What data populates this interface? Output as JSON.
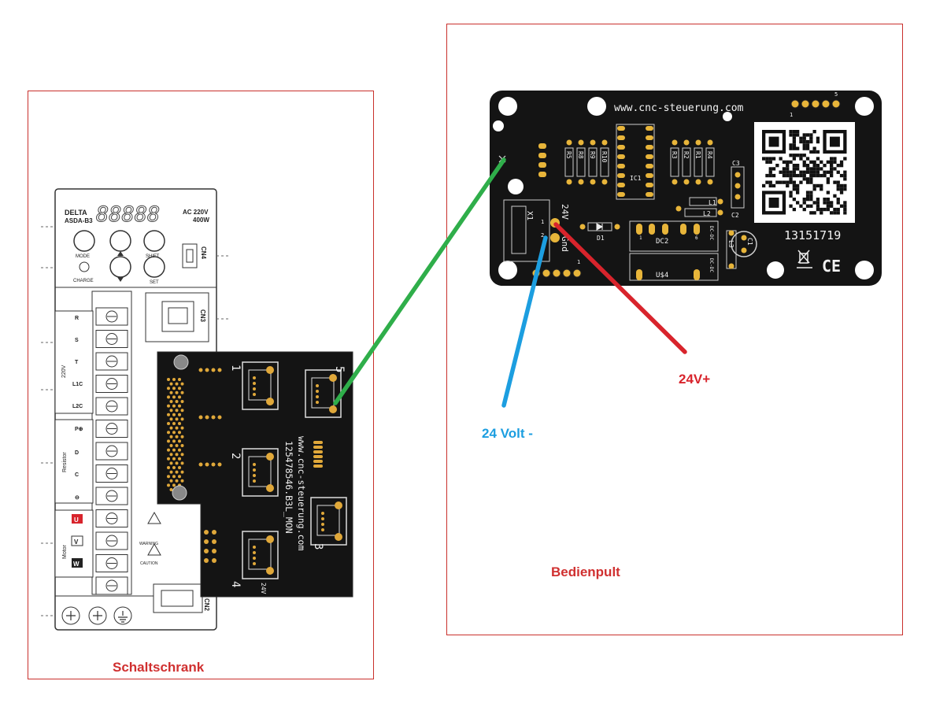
{
  "panels": {
    "cabinet": {
      "label": "Schaltschrank",
      "color": "#d03030"
    },
    "console": {
      "label": "Bedienpult",
      "color": "#d03030"
    }
  },
  "wires": {
    "positive": {
      "label": "24V+",
      "color": "#d8242c"
    },
    "negative": {
      "label": "24 Volt -",
      "color": "#1c9ee0"
    },
    "connection": {
      "color": "#2fae4a"
    }
  },
  "servo_drive": {
    "brand": "DELTA",
    "model": "ASDA-B3",
    "rating_voltage": "AC 220V",
    "rating_power": "400W",
    "display": "88888",
    "buttons": [
      "MODE",
      "SHIFT",
      "SET"
    ],
    "charge_label": "CHARGE",
    "connectors": [
      "CN4",
      "CN3",
      "CN2"
    ],
    "power_terminals": [
      "R",
      "S",
      "T",
      "L1C",
      "L2C"
    ],
    "power_group_label": "220V",
    "resistor_terminals": [
      "P⊕",
      "D",
      "C",
      "⊖"
    ],
    "resistor_label": "Resistor",
    "motor_terminals": [
      "U",
      "V",
      "W"
    ],
    "motor_label": "Motor",
    "warning_label": "WARNING",
    "caution_label": "CAUTION"
  },
  "adapter_board": {
    "url": "www.cnc-steuerung.com",
    "part_number": "125478546.B3L_MON",
    "ports": [
      "1",
      "2",
      "3",
      "4",
      "5"
    ],
    "voltage_label": "24V"
  },
  "console_board": {
    "url": "www.cnc-steuerung.com",
    "serial": "13151719",
    "header_pins": [
      "1",
      "5"
    ],
    "terminal_label": "X1",
    "terminal_pins": [
      "1",
      "2"
    ],
    "terminal_signals": [
      "24V",
      "Gnd"
    ],
    "resistors_left": [
      "R5",
      "R8",
      "R9",
      "R10"
    ],
    "resistors_right": [
      "R3",
      "R2",
      "R1",
      "R4"
    ],
    "ic_label": "IC1",
    "capacitors": [
      "C3",
      "C2",
      "C1"
    ],
    "inductors": [
      "L1",
      "L2",
      "L3"
    ],
    "diode": "D1",
    "dcdc_modules": [
      "DC2",
      "U$4"
    ],
    "dcdc_label": "DC-DC",
    "pin_labels": [
      "1",
      "6"
    ],
    "ce_mark": "CE"
  }
}
